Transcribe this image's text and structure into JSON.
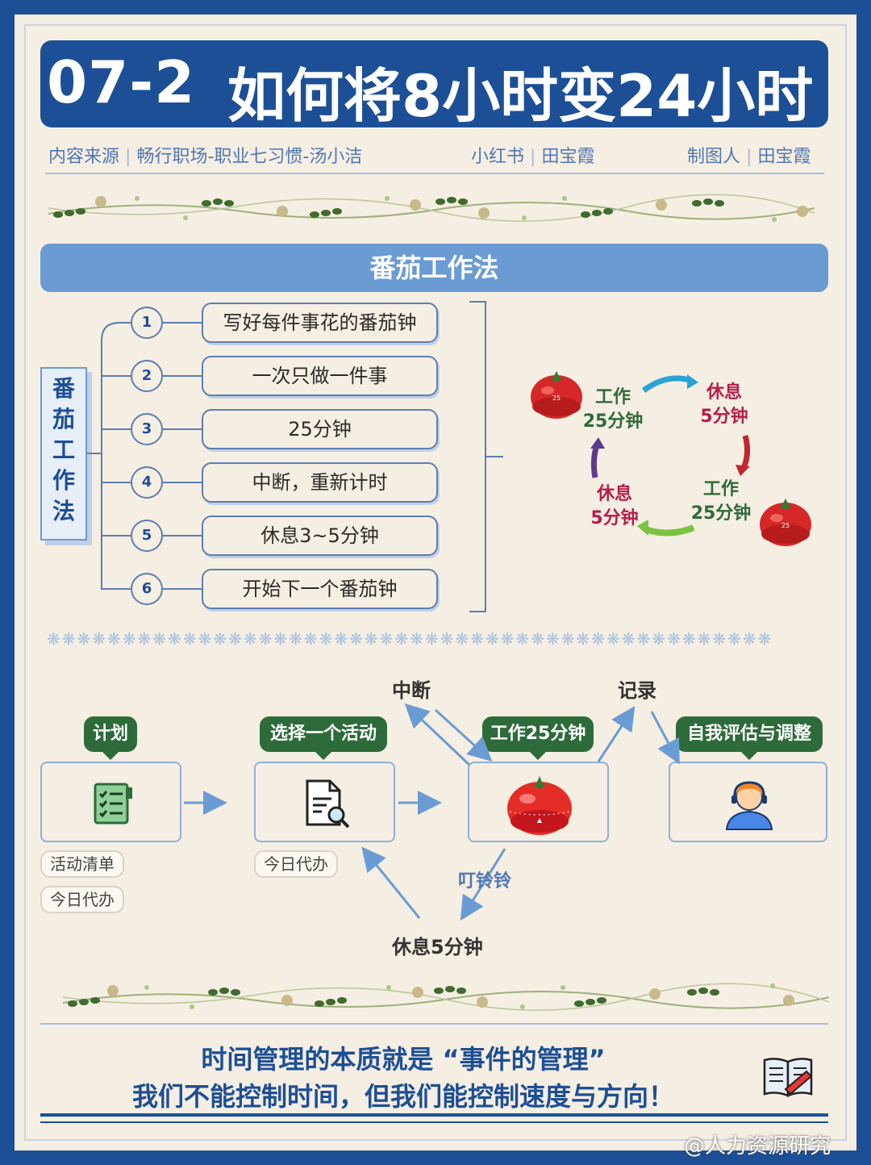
{
  "header": {
    "code": "07-2",
    "title": "如何将8小时变24小时"
  },
  "meta": {
    "source_label": "内容来源",
    "source_value": "畅行职场-职业七习惯-汤小洁",
    "platform_label": "小红书",
    "platform_value": "田宝霞",
    "author_label": "制图人",
    "author_value": "田宝霞"
  },
  "section": {
    "title": "番茄工作法",
    "side_label": [
      "番",
      "茄",
      "工",
      "作",
      "法"
    ]
  },
  "steps": [
    {
      "num": "1",
      "text": "写好每件事花的番茄钟"
    },
    {
      "num": "2",
      "text": "一次只做一件事"
    },
    {
      "num": "3",
      "text": "25分钟"
    },
    {
      "num": "4",
      "text": "中断，重新计时"
    },
    {
      "num": "5",
      "text": "休息3~5分钟"
    },
    {
      "num": "6",
      "text": "开始下一个番茄钟"
    }
  ],
  "cycle": {
    "work1": "工作",
    "work1_time": "25分钟",
    "rest1": "休息",
    "rest1_time": "5分钟",
    "work2": "工作",
    "work2_time": "25分钟",
    "rest2": "休息",
    "rest2_time": "5分钟",
    "timer_mark": "25"
  },
  "flow": {
    "plan": "计划",
    "choose": "选择一个活动",
    "work": "工作25分钟",
    "review": "自我评估与调整",
    "interrupt": "中断",
    "record": "记录",
    "ding": "叮铃铃",
    "rest": "休息5分钟",
    "pill_activity": "活动清单",
    "pill_today1": "今日代办",
    "pill_today2": "今日代办"
  },
  "footer": {
    "quote1": "时间管理的本质就是 “事件的管理”",
    "quote2": "我们不能控制时间，但我们能控制速度与方向！"
  },
  "watermark": "@人力资源研究",
  "colors": {
    "navy": "#1d4f96",
    "light_blue": "#6b9bd3",
    "green": "#2e6b3a",
    "cream": "#f5eee2",
    "tomato": "#d62828"
  }
}
